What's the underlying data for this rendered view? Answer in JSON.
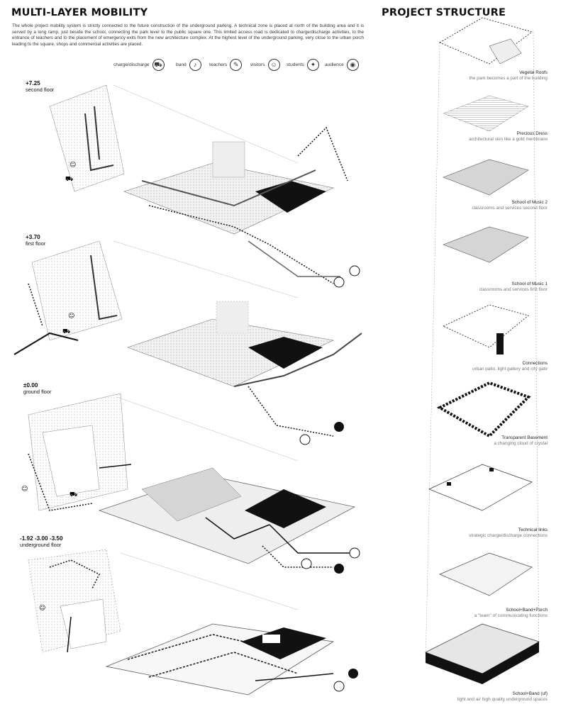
{
  "title": "MULTI-LAYER MOBILITY",
  "intro": "The whole project mobility system is strictly connected to the future construction of the underground parking. A technical zone is placed at north of the building area and it is served by a long ramp, just beside the school, connecting the park level to the public square one. This limited access road is dedicated to charge/discharge activities, to the entrance of teachers and to the placement of emergency exits from the new architecture complex. At the highest level of the underground parking, very close to the urban porch leading to the square, shops and commercial activities are placed.",
  "legend": [
    {
      "label": "charge/discharge",
      "icon": "trolley-icon",
      "glyph": "⛟"
    },
    {
      "label": "band",
      "icon": "musician-icon",
      "glyph": "♪"
    },
    {
      "label": "teachers",
      "icon": "teacher-icon",
      "glyph": "✎"
    },
    {
      "label": "visitors",
      "icon": "visitor-icon",
      "glyph": "☺"
    },
    {
      "label": "students",
      "icon": "student-icon",
      "glyph": "✦"
    },
    {
      "label": "audience",
      "icon": "audience-icon",
      "glyph": "◉"
    }
  ],
  "levels": [
    {
      "elevation": "+7.25",
      "name": "second floor"
    },
    {
      "elevation": "+3.70",
      "name": "first floor"
    },
    {
      "elevation": "±0.00",
      "name": "ground floor"
    },
    {
      "elevation": "-1.92  -3.00  -3.50",
      "name": "underground floor"
    }
  ],
  "structure_title": "PROJECT STRUCTURE",
  "structure": [
    {
      "name": "Vegetal Roofs",
      "desc": "the park becomes a part of the building"
    },
    {
      "name": "Precious Dress",
      "desc": "architectural skin like a gold membrane"
    },
    {
      "name": "School of Music 2",
      "desc": "classrooms and services second floor"
    },
    {
      "name": "School of Music 1",
      "desc": "classrooms and services first floor"
    },
    {
      "name": "Connections",
      "desc": "urban patio, light gallery and city gate"
    },
    {
      "name": "Transparent Basement",
      "desc": "a changing cloud of crystal"
    },
    {
      "name": "Technical links",
      "desc": "strategic charge/discharge connections"
    },
    {
      "name": "School+Band+Porch",
      "desc": "a \"team\" of communicating functions"
    },
    {
      "name": "School+Band (uf)",
      "desc": "light and air high quality underground spaces"
    }
  ],
  "colors": {
    "ink": "#111111",
    "grey": "#cfcfcf",
    "light": "#ececec"
  }
}
